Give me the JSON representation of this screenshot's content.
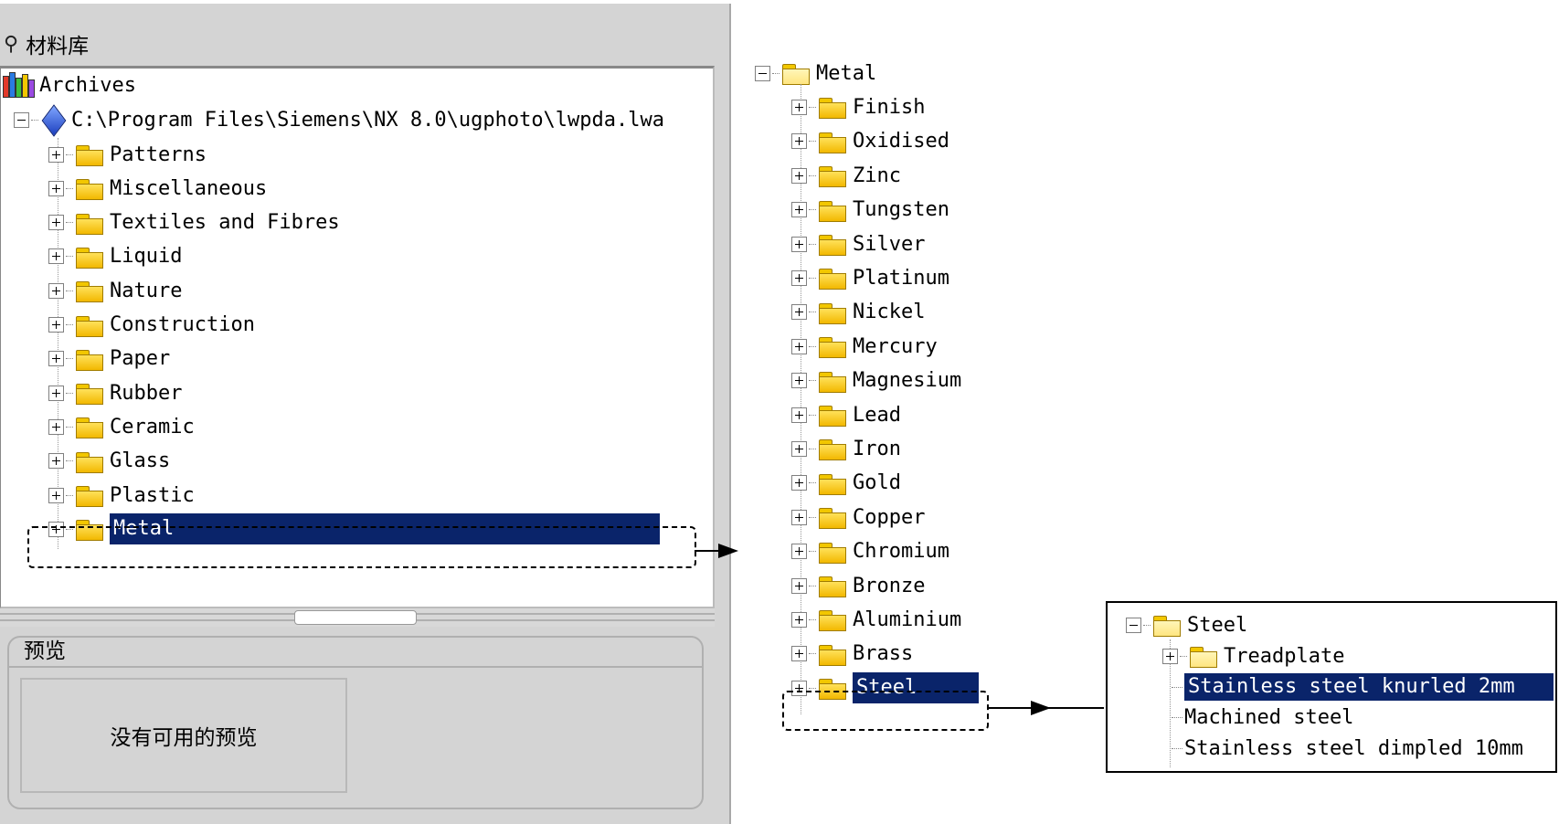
{
  "library": {
    "title": "材料库",
    "title_icon": "material-library-icon",
    "root_label": "Archives",
    "archive_path": "C:\\Program Files\\Siemens\\NX 8.0\\ugphoto\\lwpda.lwa",
    "categories": [
      "Patterns",
      "Miscellaneous",
      "Textiles and Fibres",
      "Liquid",
      "Nature",
      "Construction",
      "Paper",
      "Rubber",
      "Ceramic",
      "Glass",
      "Plastic",
      "Metal"
    ],
    "selected_category": "Metal"
  },
  "preview": {
    "label": "预览",
    "empty_text": "没有可用的预览"
  },
  "metal_tree": {
    "root": "Metal",
    "children": [
      "Finish",
      "Oxidised",
      "Zinc",
      "Tungsten",
      "Silver",
      "Platinum",
      "Nickel",
      "Mercury",
      "Magnesium",
      "Lead",
      "Iron",
      "Gold",
      "Copper",
      "Chromium",
      "Bronze",
      "Aluminium",
      "Brass",
      "Steel"
    ],
    "selected": "Steel"
  },
  "steel_tree": {
    "root": "Steel",
    "folder_child": "Treadplate",
    "materials": [
      "Stainless steel knurled 2mm",
      "Machined steel",
      "Stainless steel dimpled 10mm"
    ],
    "selected": "Stainless steel knurled 2mm"
  },
  "colors": {
    "selection": "#0a246a",
    "panel": "#d4d4d4",
    "folder": "#f2c700"
  }
}
